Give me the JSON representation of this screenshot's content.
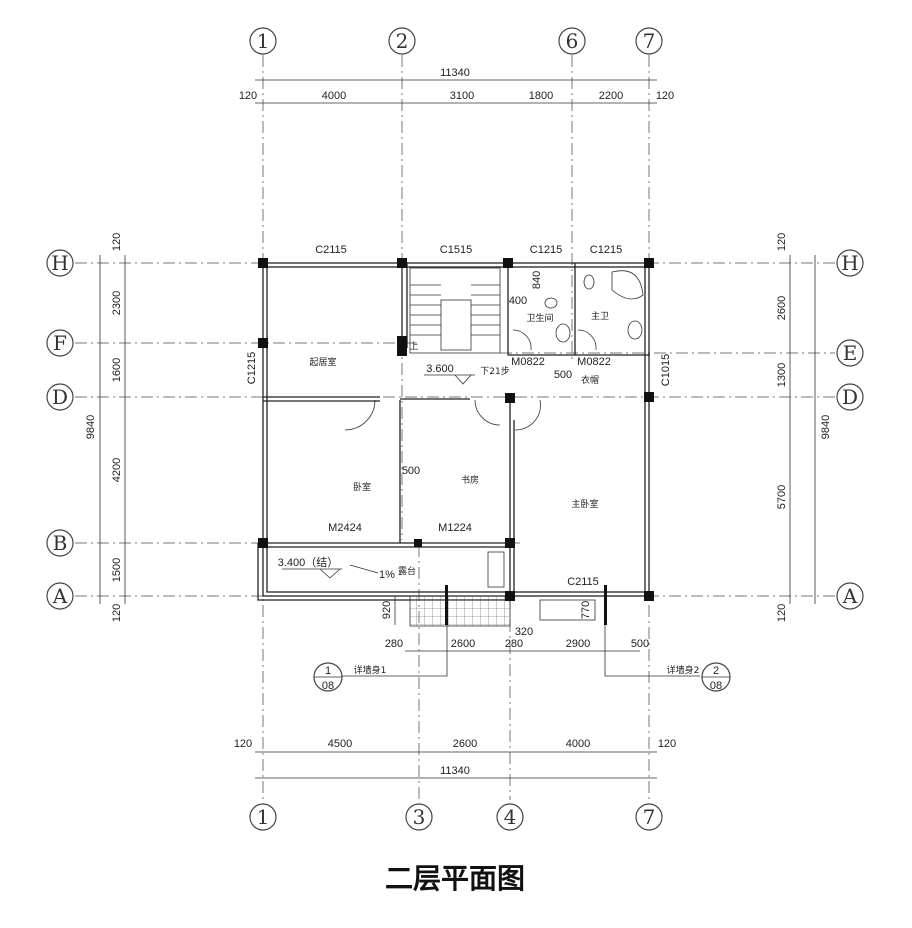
{
  "title": "二层平面图",
  "axes": {
    "top": [
      "1",
      "2",
      "6",
      "7"
    ],
    "bottom": [
      "1",
      "3",
      "4",
      "7"
    ],
    "left": [
      "H",
      "F",
      "D",
      "B",
      "A"
    ],
    "right": [
      "H",
      "E",
      "D",
      "A"
    ]
  },
  "dimensions": {
    "top_total": "11340",
    "top_segments": [
      "120",
      "4000",
      "3100",
      "1800",
      "2200",
      "120"
    ],
    "bottom_total": "11340",
    "bottom_segments": [
      "120",
      "4500",
      "2600",
      "4000",
      "120"
    ],
    "left_total": "9840",
    "left_segments": [
      "120",
      "2300",
      "1600",
      "4200",
      "1500",
      "120"
    ],
    "right_total": "9840",
    "right_segments": [
      "120",
      "2600",
      "1300",
      "5700",
      "120"
    ],
    "sub_segments": [
      "280",
      "2600",
      "280",
      "320",
      "2900",
      "500"
    ],
    "terrace_depth": "920",
    "stair_width": "770",
    "misc": [
      "840",
      "400",
      "500",
      "500"
    ]
  },
  "openings": {
    "windows_top": [
      "C2115",
      "C1515",
      "C1215",
      "C1215"
    ],
    "window_left": "C1215",
    "window_right": "C1015",
    "window_bottom": "C2115",
    "doors": [
      "M0822",
      "M0822",
      "M2424",
      "M1224"
    ]
  },
  "rooms": {
    "living": "起居室",
    "bedroom": "卧室",
    "study": "书房",
    "master_bedroom": "主卧室",
    "bathroom": "卫生间",
    "master_bath": "主卫",
    "closet": "衣帽",
    "terrace": "露台"
  },
  "annotations": {
    "level_upper": "3.600",
    "stairs_down": "下21步",
    "stairs_up": "上",
    "level_terrace": "3.400（结）",
    "slope": "1%"
  },
  "details": [
    {
      "num": "1",
      "sheet": "08",
      "label": "详墙身1"
    },
    {
      "num": "2",
      "sheet": "08",
      "label": "详墙身2"
    }
  ]
}
